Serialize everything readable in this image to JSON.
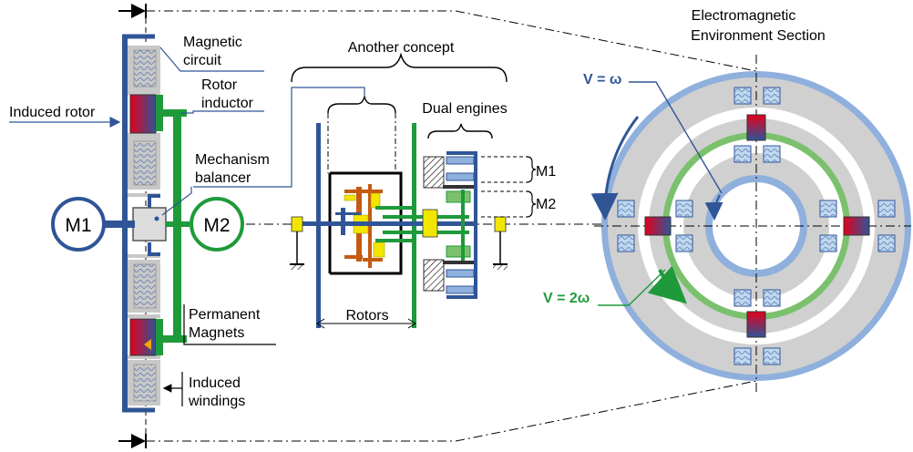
{
  "labels": {
    "magnetic_circuit": [
      "Magnetic",
      "circuit"
    ],
    "induced_rotor": "Induced rotor",
    "rotor_inductor": [
      "Rotor",
      "inductor"
    ],
    "mechanism_balancer": [
      "Mechanism",
      "balancer"
    ],
    "permanent_magnets": [
      "Permanent",
      "Magnets"
    ],
    "induced_windings": [
      "Induced",
      "windings"
    ],
    "another_concept": "Another concept",
    "dual_engines": "Dual engines",
    "rotors": "Rotors",
    "m1_small": "M1",
    "m2_small": "M2",
    "section_title": [
      "Electromagnetic",
      "Environment Section"
    ],
    "speed_outer": "V = ω",
    "speed_inner": "V = 2ω"
  },
  "motors": {
    "m1": "M1",
    "m2": "M2"
  },
  "colors": {
    "blue": "#2f5597",
    "light_blue": "#8fb0dc",
    "green": "#1e9a3a",
    "light_green": "#7bc16d",
    "gray": "#c8c8c8",
    "yellow": "#f2e600",
    "orange": "#c55a11",
    "red": "#e3001b",
    "winding_blue": "#bfd8ef"
  }
}
